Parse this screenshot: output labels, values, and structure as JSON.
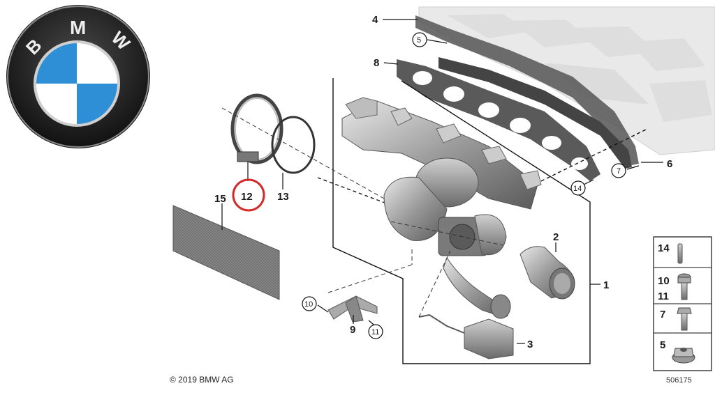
{
  "logo": {
    "letters": [
      "B",
      "M",
      "W"
    ],
    "colors": {
      "blue": "#2f8fd6",
      "ring": "#1e1e1e"
    }
  },
  "labels": {
    "p1": "1",
    "p2": "2",
    "p3": "3",
    "p4": "4",
    "p5": "5",
    "p6": "6",
    "p7": "7",
    "p8": "8",
    "p9": "9",
    "p10": "10",
    "p11": "11",
    "p12": "12",
    "p13": "13",
    "p14": "14",
    "p15": "15"
  },
  "legend": [
    {
      "ids": [
        "14"
      ],
      "part": "pin"
    },
    {
      "ids": [
        "10",
        "11"
      ],
      "part": "torx-bolt"
    },
    {
      "ids": [
        "7"
      ],
      "part": "hex-bolt"
    },
    {
      "ids": [
        "5"
      ],
      "part": "flange-nut"
    }
  ],
  "highlight": {
    "part": "12",
    "color": "#d42a2a"
  },
  "copyright": "© 2019 BMW AG",
  "doc_id": "506175"
}
